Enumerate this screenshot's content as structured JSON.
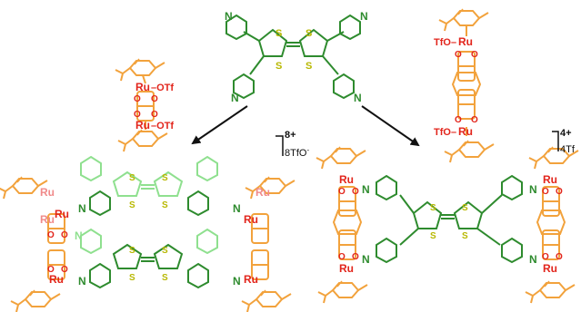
{
  "colors": {
    "green": "#2e8b2e",
    "light_green": "#8fe08f",
    "yellow": "#b8b800",
    "red": "#e2241b",
    "pink": "#f08a8a",
    "orange": "#f2a23c",
    "pale_orange": "#f6c890",
    "black": "#111111"
  },
  "atoms": {
    "ruthenium": "Ru",
    "sulfur": "S",
    "nitrogen": "N",
    "oxygen": "O",
    "triflate_right": "–OTf",
    "triflate_left": "TfO–"
  },
  "charges": {
    "left_cage_charge": "8+",
    "left_cage_counterion": "8TfO",
    "left_cage_counterion_sign": "-",
    "right_cage_charge": "4+",
    "right_cage_counterion": "4Tf"
  }
}
